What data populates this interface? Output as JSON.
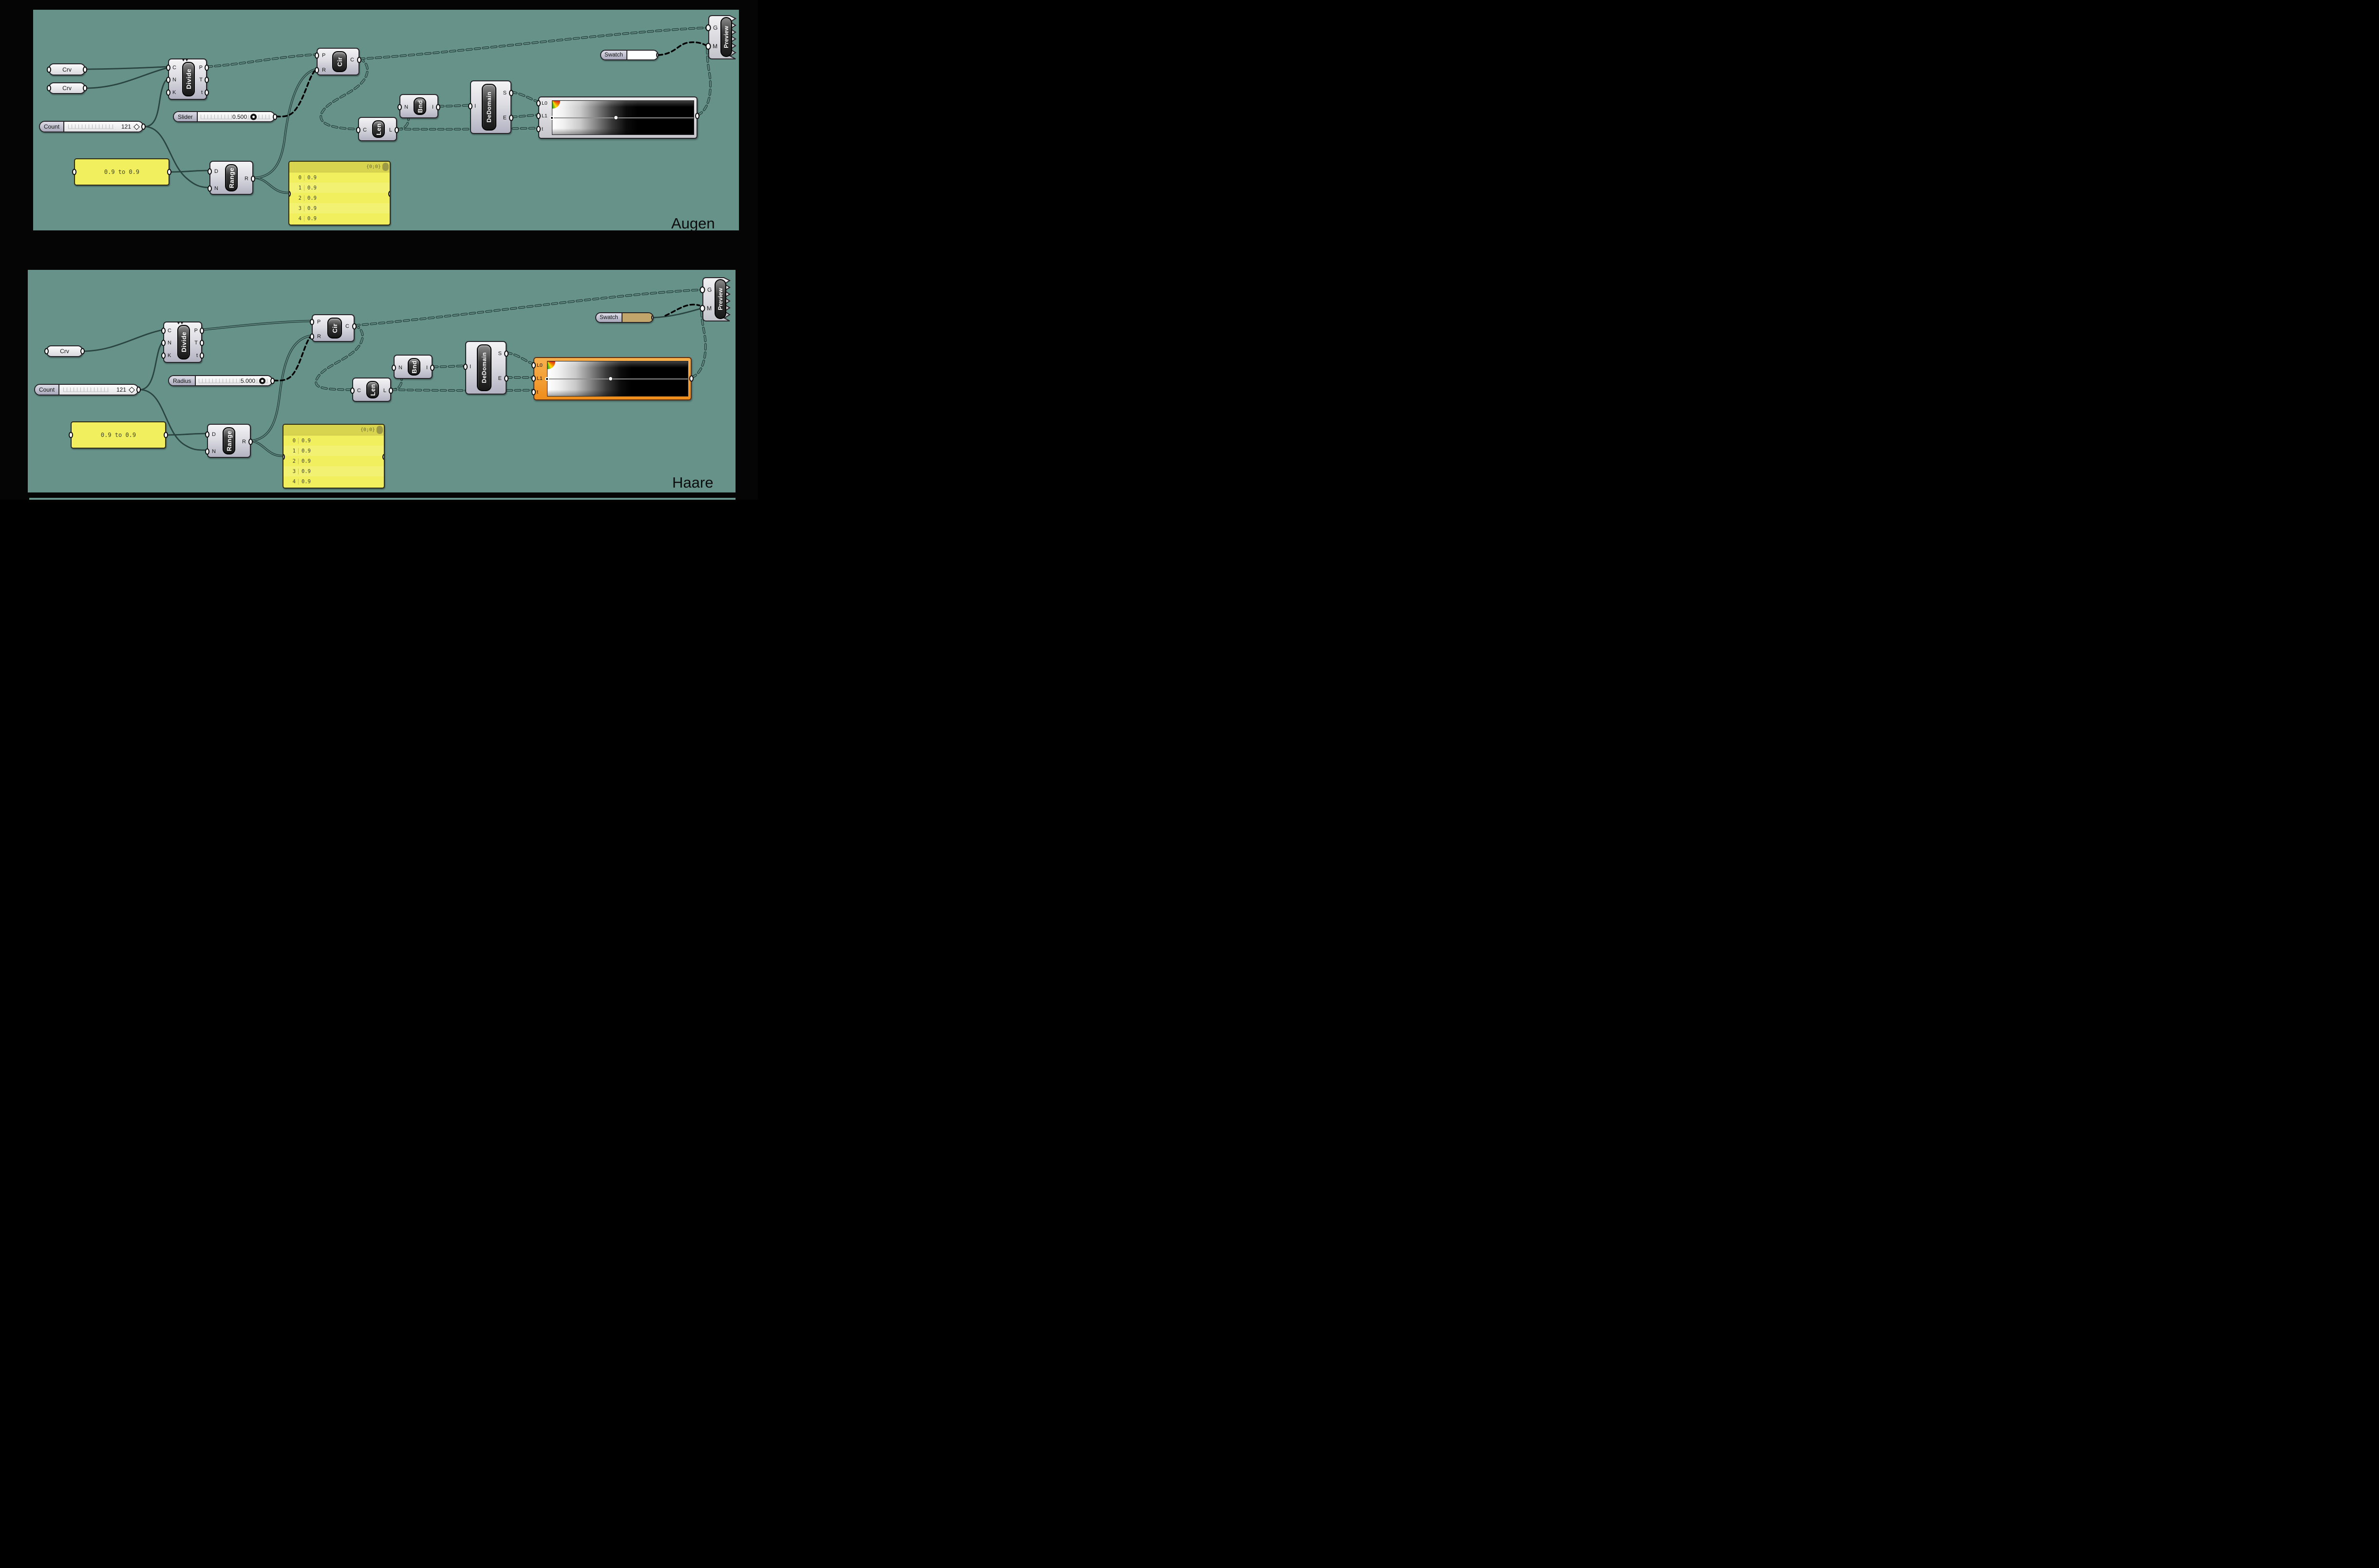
{
  "colors": {
    "canvas": "#67928a",
    "wire": "#2a4540",
    "black": "#000000",
    "panel_yellow": "#f2ef5e",
    "panel_header": "#d8d44f",
    "tab": "#9b9848",
    "selected_orange": "#f2992d"
  },
  "augen": {
    "title": "Augen",
    "crv_top": {
      "label": "Crv"
    },
    "crv_bottom": {
      "label": "Crv"
    },
    "divide": {
      "label": "Divide",
      "inputs": [
        "C",
        "N",
        "K"
      ],
      "outputs": [
        "P",
        "T",
        "t"
      ]
    },
    "count_slider": {
      "label": "Count",
      "value": "121"
    },
    "value_slider": {
      "label": "Slider",
      "value": "0.500"
    },
    "domain_panel": {
      "text": "0.9 to 0.9"
    },
    "range": {
      "label": "Range",
      "inputs": [
        "D",
        "N"
      ],
      "output": "R"
    },
    "list_panel": {
      "header": "{0;0}",
      "rows": [
        {
          "i": "0",
          "v": "0.9"
        },
        {
          "i": "1",
          "v": "0.9"
        },
        {
          "i": "2",
          "v": "0.9"
        },
        {
          "i": "3",
          "v": "0.9"
        },
        {
          "i": "4",
          "v": "0.9"
        }
      ]
    },
    "cir": {
      "label": "Cir",
      "inputs": [
        "P",
        "R"
      ],
      "output": "C"
    },
    "len": {
      "label": "Len",
      "input": "C",
      "output": "L"
    },
    "bnd": {
      "label": "Bnd",
      "input": "N",
      "output": "I"
    },
    "dedomain": {
      "label": "DeDomain",
      "input": "I",
      "outputs": [
        "S",
        "E"
      ]
    },
    "gradient": {
      "inputs": [
        "L0",
        "L1",
        "t"
      ]
    },
    "swatch": {
      "label": "Swatch",
      "color": "#ffffff"
    },
    "preview": {
      "label": "Preview",
      "inputs": [
        "G",
        "M"
      ]
    }
  },
  "haare": {
    "title": "Haare",
    "crv": {
      "label": "Crv"
    },
    "divide": {
      "label": "Divide",
      "inputs": [
        "C",
        "N",
        "K"
      ],
      "outputs": [
        "P",
        "T",
        "t"
      ]
    },
    "count_slider": {
      "label": "Count",
      "value": "121"
    },
    "value_slider": {
      "label": "Radius",
      "value": "5.000"
    },
    "domain_panel": {
      "text": "0.9 to 0.9"
    },
    "range": {
      "label": "Range",
      "inputs": [
        "D",
        "N"
      ],
      "output": "R"
    },
    "list_panel": {
      "header": "{0;0}",
      "rows": [
        {
          "i": "0",
          "v": "0.9"
        },
        {
          "i": "1",
          "v": "0.9"
        },
        {
          "i": "2",
          "v": "0.9"
        },
        {
          "i": "3",
          "v": "0.9"
        },
        {
          "i": "4",
          "v": "0.9"
        }
      ]
    },
    "cir": {
      "label": "Cir",
      "inputs": [
        "P",
        "R"
      ],
      "output": "C"
    },
    "len": {
      "label": "Len",
      "input": "C",
      "output": "L"
    },
    "bnd": {
      "label": "Bnd",
      "input": "N",
      "output": "I"
    },
    "dedomain": {
      "label": "DeDomain",
      "input": "I",
      "outputs": [
        "S",
        "E"
      ]
    },
    "gradient": {
      "inputs": [
        "L0",
        "L1",
        "t"
      ]
    },
    "swatch": {
      "label": "Swatch",
      "color": "#c2a56a"
    },
    "preview": {
      "label": "Preview",
      "inputs": [
        "G",
        "M"
      ]
    }
  }
}
